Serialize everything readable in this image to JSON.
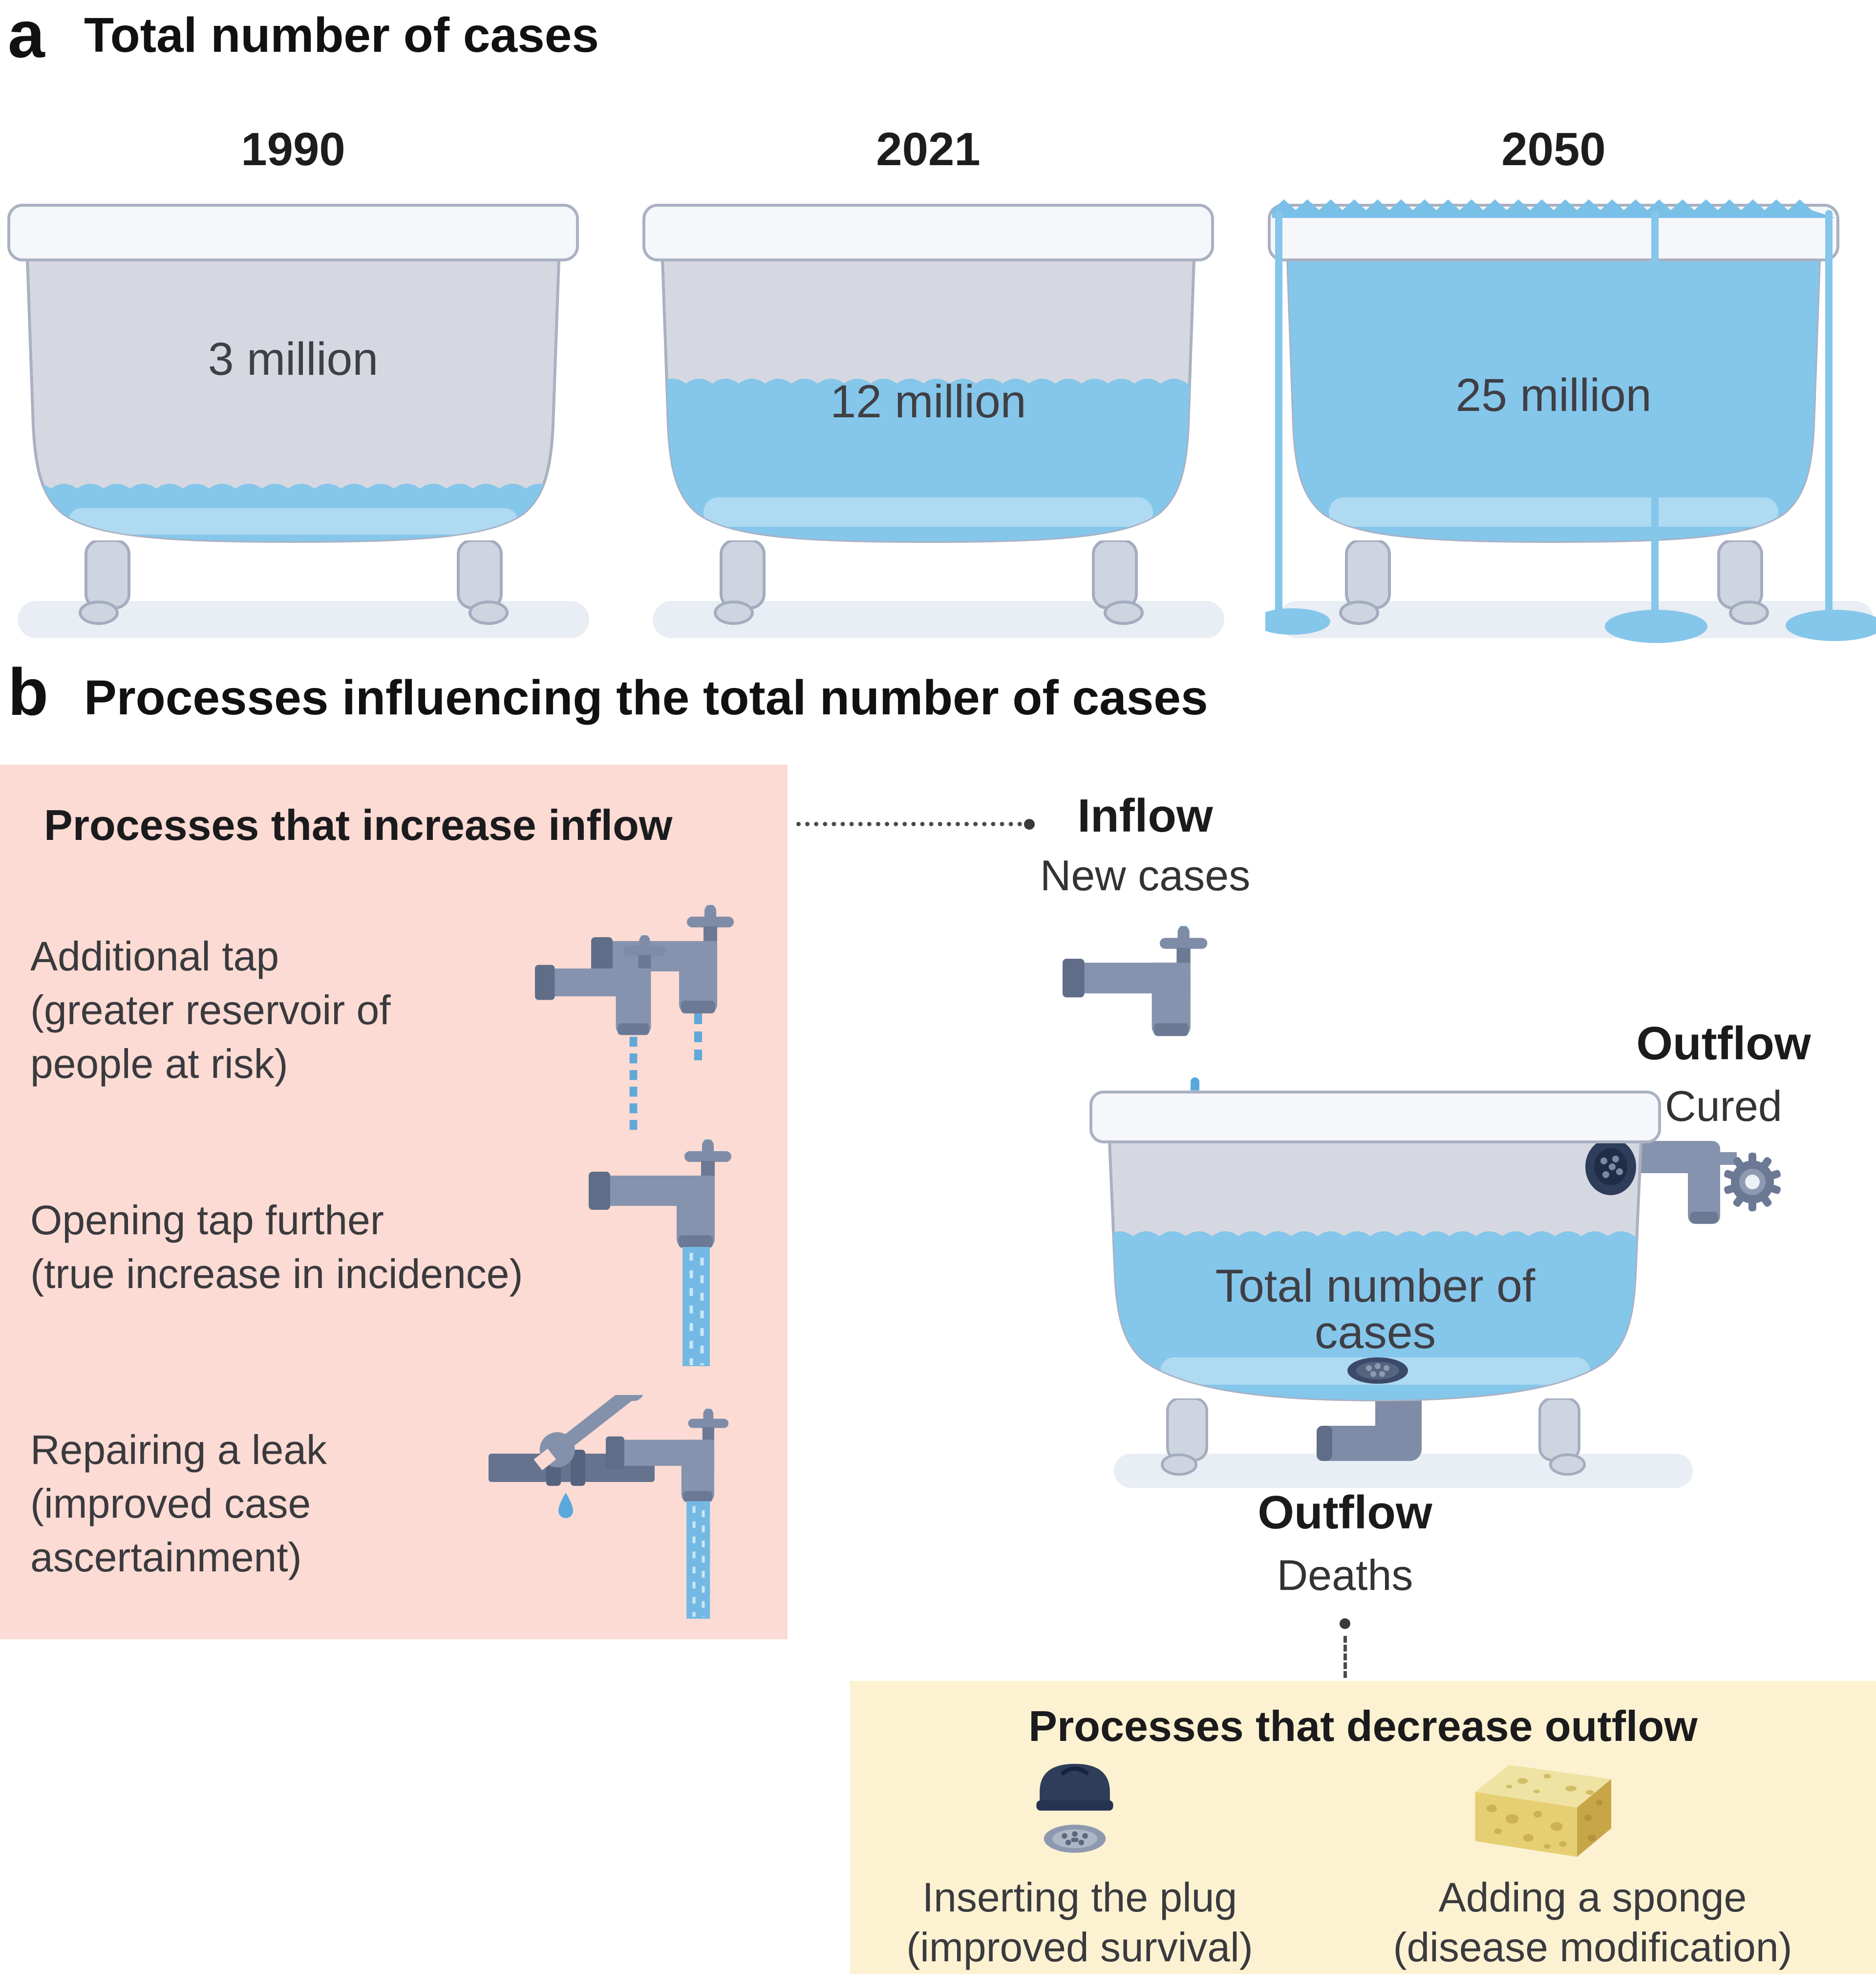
{
  "figure": {
    "panel_a": {
      "label": "a",
      "title": "Total number of cases",
      "tubs": [
        {
          "year": "1990",
          "value": "3 million",
          "fill_percent": 18,
          "overflowing": false
        },
        {
          "year": "2021",
          "value": "12 million",
          "fill_percent": 56,
          "overflowing": false
        },
        {
          "year": "2050",
          "value": "25 million",
          "fill_percent": 100,
          "overflowing": true
        }
      ]
    },
    "panel_b": {
      "label": "b",
      "title": "Processes influencing the total number of cases",
      "inflow_box": {
        "title": "Processes that increase inflow",
        "items": [
          {
            "icon": "double-tap-icon",
            "lines": [
              "Additional tap",
              "(greater reservoir of",
              "people at risk)"
            ]
          },
          {
            "icon": "tap-flow-icon",
            "lines": [
              "Opening tap further",
              "(true increase in incidence)"
            ]
          },
          {
            "icon": "wrench-pipe-tap-icon",
            "lines": [
              "Repairing a leak",
              "(improved case",
              "ascertainment)"
            ]
          }
        ]
      },
      "inflow_label": {
        "title": "Inflow",
        "subtitle": "New cases"
      },
      "outflow_cured_label": {
        "title": "Outflow",
        "subtitle": "Cured"
      },
      "bathtub_label": "Total number of cases",
      "outflow_deaths_label": {
        "title": "Outflow",
        "subtitle": "Deaths"
      },
      "outflow_box": {
        "title": "Processes that decrease outflow",
        "items": [
          {
            "icon": "plug-drain-icon",
            "lines": [
              "Inserting the plug",
              "(improved survival)"
            ]
          },
          {
            "icon": "sponge-icon",
            "lines": [
              "Adding a sponge",
              "(disease modification)"
            ]
          }
        ]
      }
    },
    "colors": {
      "water": "#85c6eb",
      "water_deep": "#6fb7e3",
      "water_light": "#aedaf2",
      "tub_body": "#d5d8e1",
      "tub_rim": "#f5f7fa",
      "tub_stroke": "#a9b1c2",
      "pink_box": "#fbdbd3",
      "yellow_box": "#fcf2d2",
      "pipe": "#8593ae",
      "pipe_dark": "#6b7994",
      "plug_navy": "#2e3d5a",
      "sponge_yellow": "#e6cf72",
      "text": "#1d1d1f"
    }
  }
}
